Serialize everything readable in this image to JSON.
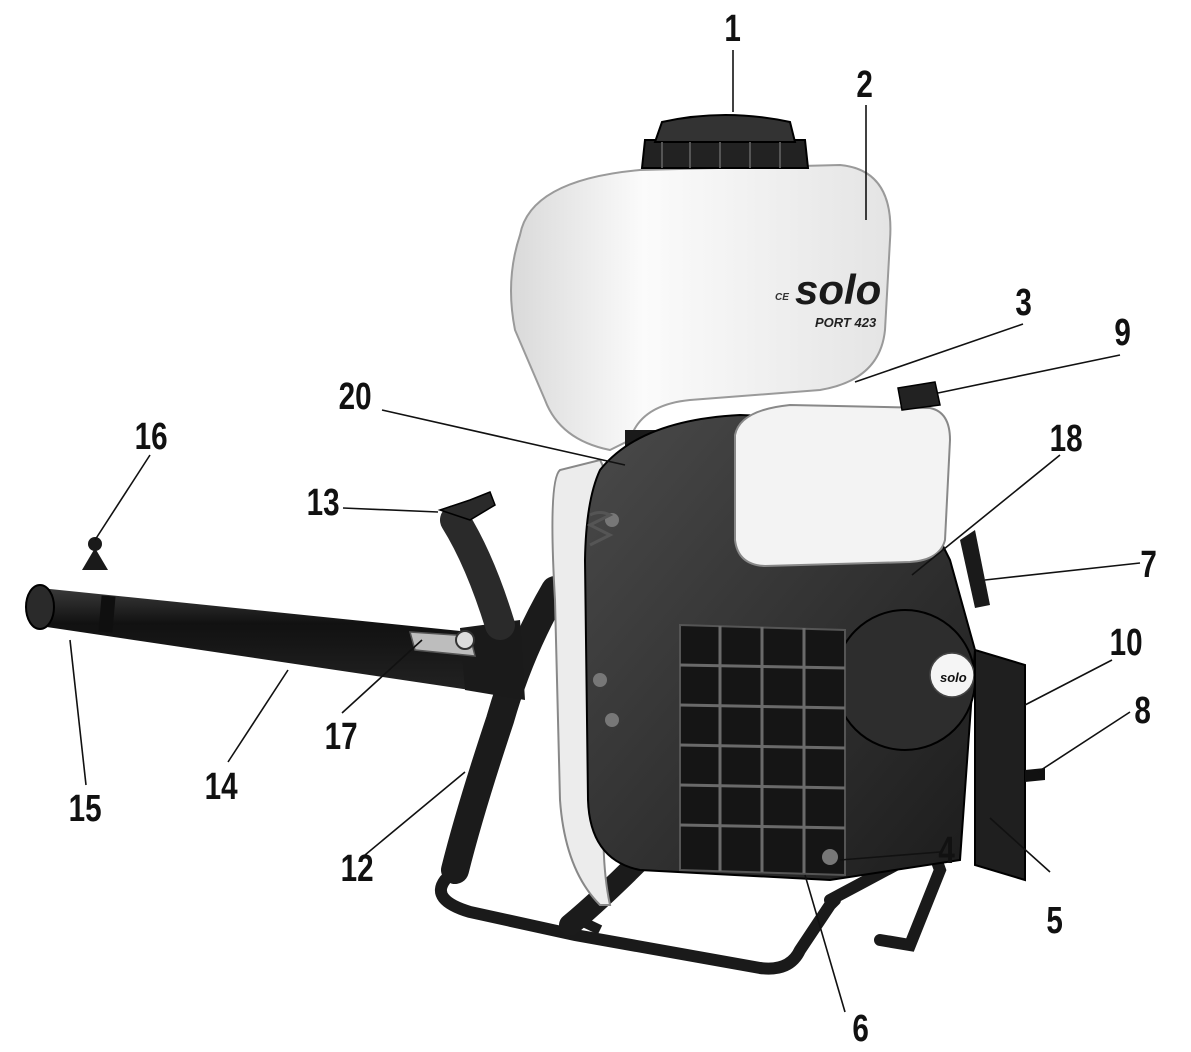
{
  "callouts": {
    "c1": "1",
    "c2": "2",
    "c3": "3",
    "c4": "4",
    "c5": "5",
    "c6": "6",
    "c7": "7",
    "c8": "8",
    "c9": "9",
    "c10": "10",
    "c12": "12",
    "c13": "13",
    "c14": "14",
    "c15": "15",
    "c16": "16",
    "c17": "17",
    "c18": "18",
    "c20": "20"
  },
  "tank_label": {
    "mark": "CE",
    "brand": "solo",
    "model": "PORT 423"
  },
  "cover_label": {
    "brand": "solo"
  },
  "colors": {
    "ink": "#111111",
    "tank": "#f2f2f2",
    "engine": "#2b2b2b",
    "frame": "#1a1a1a"
  }
}
